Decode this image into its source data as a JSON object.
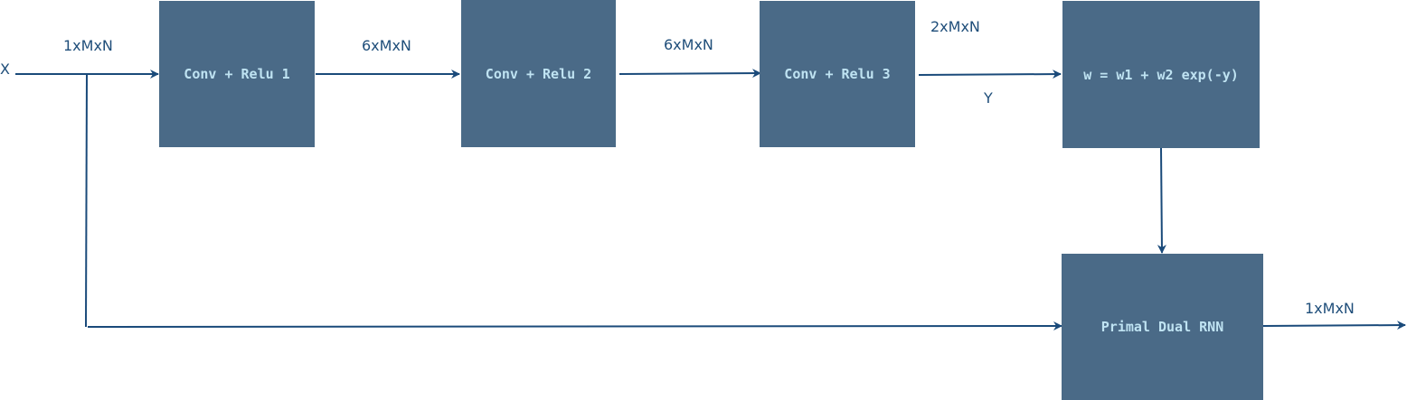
{
  "colors": {
    "block_fill": "#4a6a87",
    "block_text": "#bfe3f2",
    "arrow": "#1a4a7a",
    "label_text": "#1f4e7a"
  },
  "blocks": {
    "conv1": "Conv + Relu 1",
    "conv2": "Conv + Relu 2",
    "conv3": "Conv + Relu 3",
    "weight": "w = w1 + w2 exp(-y)",
    "rnn": "Primal Dual RNN"
  },
  "labels": {
    "input": "X",
    "input_dim": "1xMxN",
    "conv1_out": "6xMxN",
    "conv2_out": "6xMxN",
    "conv3_out": "2xMxN",
    "conv3_out_name": "Y",
    "output_dim": "1xMxN"
  }
}
